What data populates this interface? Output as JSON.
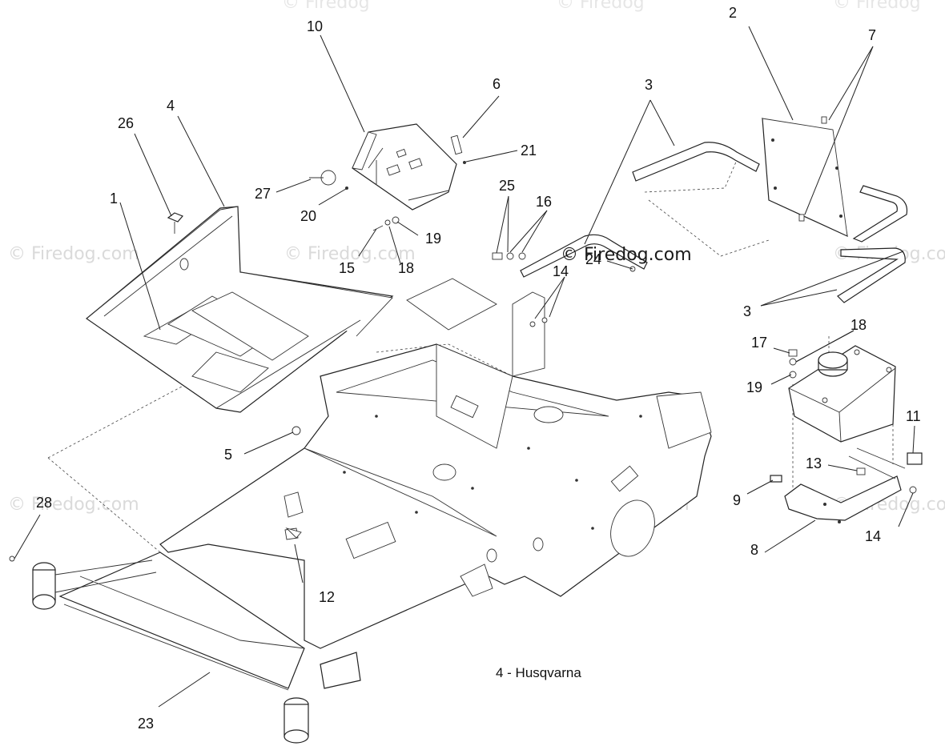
{
  "watermark": {
    "text": "© Firedog.com",
    "edge_text": "© Firedog"
  },
  "caption": "4 - Husqvarna",
  "callouts": {
    "c1": "1",
    "c2": "2",
    "c3a": "3",
    "c3b": "3",
    "c4": "4",
    "c5": "5",
    "c6": "6",
    "c7": "7",
    "c8": "8",
    "c9": "9",
    "c10": "10",
    "c11": "11",
    "c12": "12",
    "c13": "13",
    "c14a": "14",
    "c14b": "14",
    "c15": "15",
    "c16": "16",
    "c17": "17",
    "c18a": "18",
    "c18b": "18",
    "c19a": "19",
    "c19b": "19",
    "c20": "20",
    "c21": "21",
    "c23": "23",
    "c24": "24",
    "c25": "25",
    "c26": "26",
    "c27": "27",
    "c28": "28"
  }
}
